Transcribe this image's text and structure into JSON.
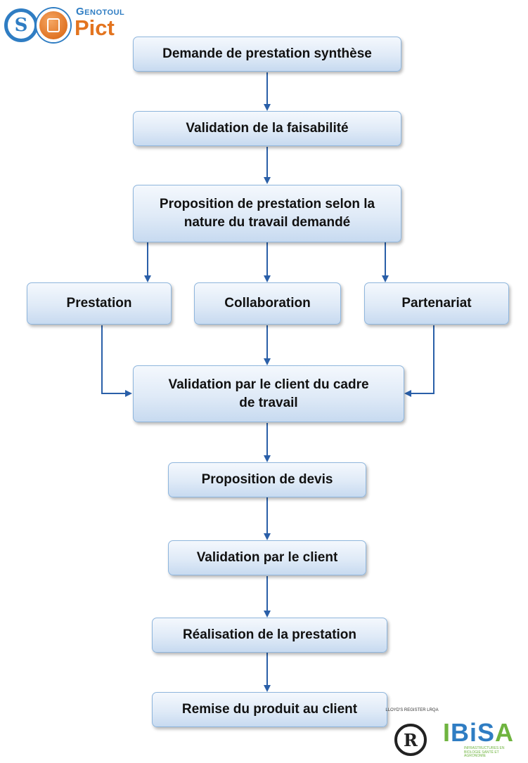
{
  "logos": {
    "genotoul": {
      "top_text": "Genotoul",
      "main_text": "Pict"
    },
    "registration": {
      "ring_text": "LLOYD'S REGISTER LRQA",
      "mark": "R"
    },
    "ibisa": {
      "text_part1": "I",
      "text_part2": "BiS",
      "text_part3": "A",
      "subtitle": "INFRASTRUCTURES EN BIOLOGIE SANTÉ ET AGRONOMIE"
    }
  },
  "flow": {
    "demande": "Demande de prestation synthèse",
    "validation_faisabilite": "Validation de la faisabilité",
    "proposition_prestation": [
      "Proposition de prestation selon la",
      "nature du travail demandé"
    ],
    "prestation": "Prestation",
    "collaboration": "Collaboration",
    "partenariat": "Partenariat",
    "validation_cadre": [
      "Validation par le client du cadre",
      "de travail"
    ],
    "proposition_devis": "Proposition de devis",
    "validation_client": "Validation par le client",
    "realisation": "Réalisation de la prestation",
    "remise": "Remise du produit au client"
  },
  "colors": {
    "box_border": "#8fb6dd",
    "arrow": "#2a5fa8",
    "genotoul_blue": "#2f7dc3",
    "pict_orange": "#e3741f",
    "ibisa_green": "#6fb43f"
  }
}
